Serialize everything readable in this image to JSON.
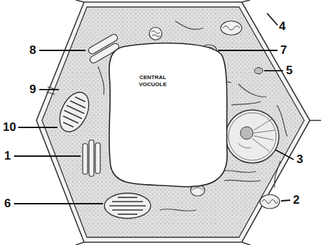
{
  "diagram": {
    "nodes": [
      {
        "text": [
          "CENTRAL VOCUOLE"
        ]
      }
    ],
    "labels": [
      "4",
      "8",
      "7",
      "5",
      "9",
      "10",
      "1",
      "3",
      "2",
      "6"
    ]
  }
}
